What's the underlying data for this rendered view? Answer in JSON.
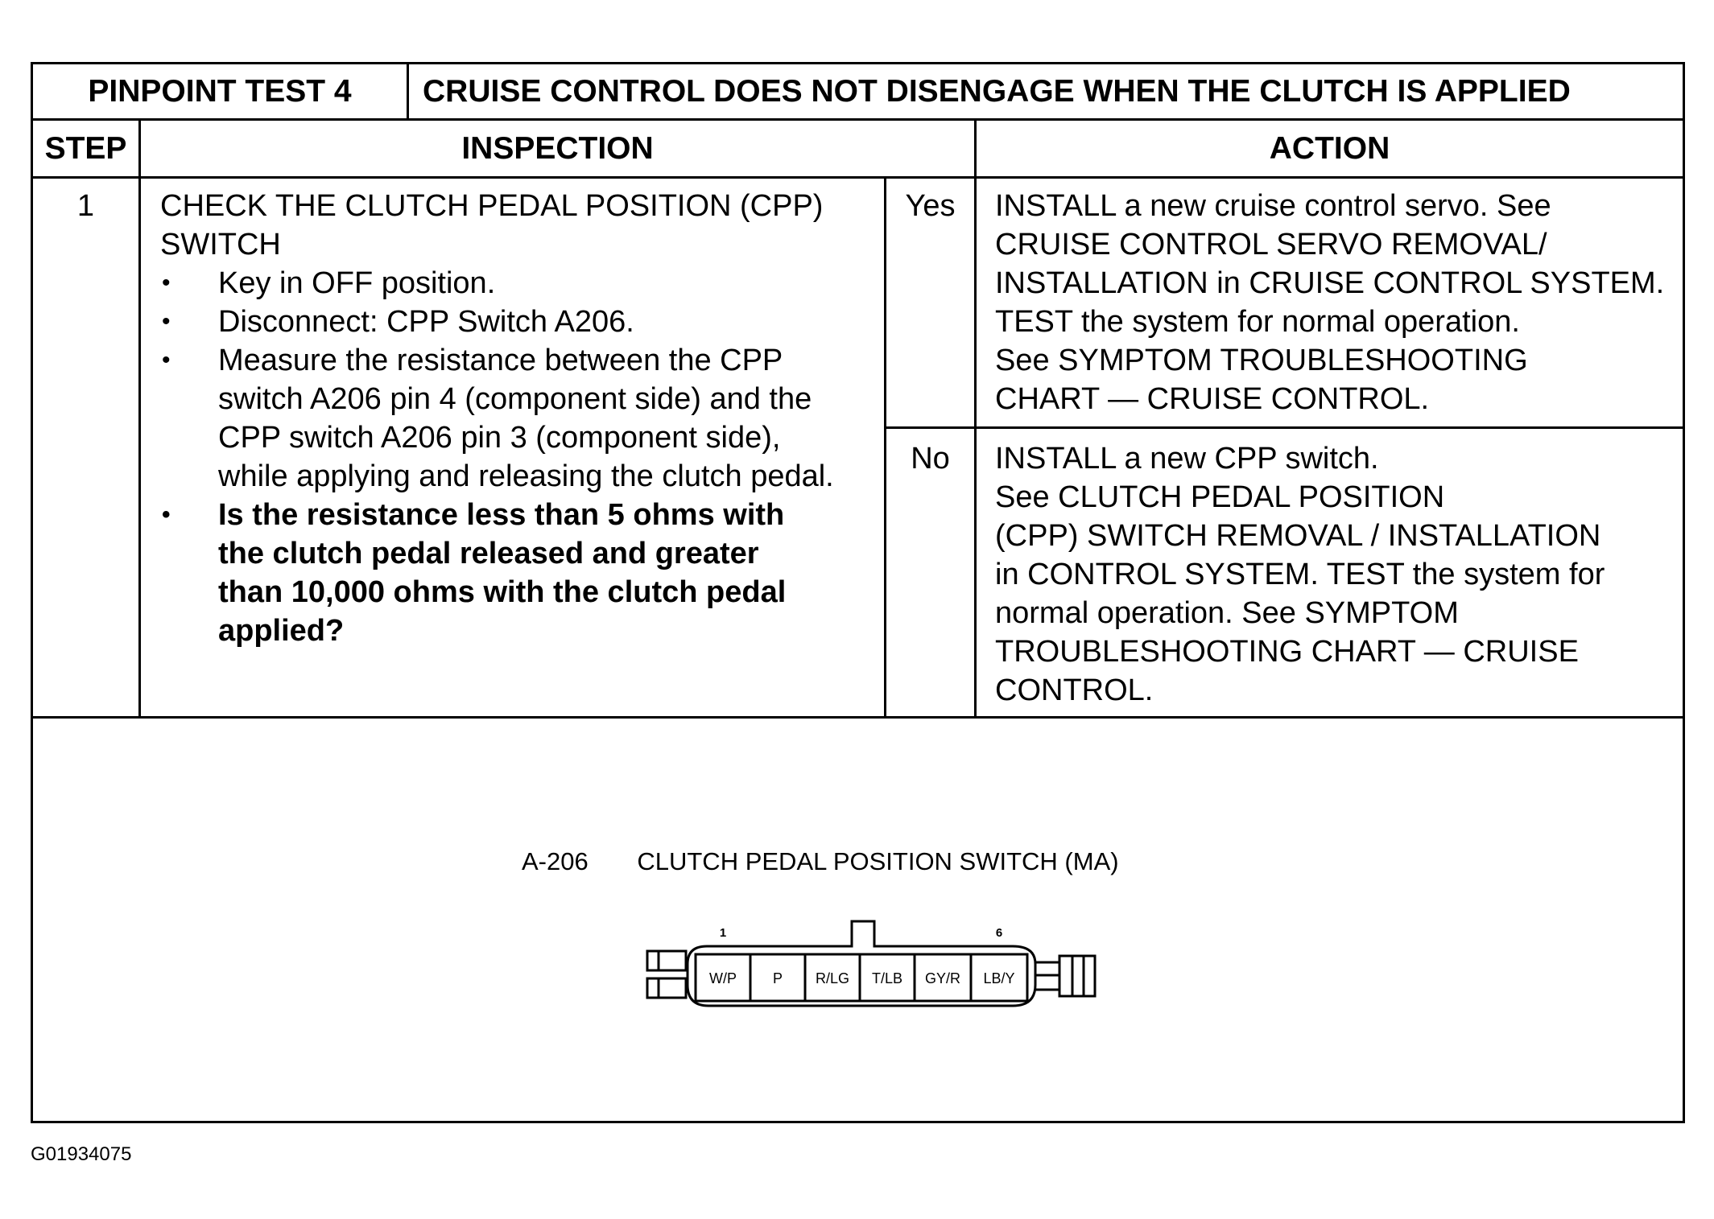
{
  "header": {
    "test_label": "PINPOINT TEST 4",
    "test_title": "CRUISE CONTROL DOES NOT DISENGAGE WHEN THE CLUTCH IS APPLIED"
  },
  "columns": {
    "step": "STEP",
    "inspection": "INSPECTION",
    "action": "ACTION"
  },
  "step": {
    "number": "1",
    "check_lines": [
      "CHECK THE CLUTCH PEDAL POSITION (CPP)",
      "SWITCH"
    ],
    "bullets": [
      {
        "text": "Key in OFF position.",
        "bold": false
      },
      {
        "text": "Disconnect: CPP Switch A206.",
        "bold": false
      },
      {
        "text": "Measure the resistance between the CPP switch A206 pin 4 (component side) and the CPP switch A206 pin 3 (component side), while applying and releasing the clutch pedal.",
        "bold": false
      },
      {
        "text": "Is the resistance less than 5 ohms with the clutch pedal released and greater than 10,000 ohms with the clutch pedal applied?",
        "bold": true
      }
    ]
  },
  "answers": [
    {
      "label": "Yes",
      "action_lines": [
        "INSTALL a new cruise control servo.  See",
        "CRUISE CONTROL SERVO REMOVAL/",
        "INSTALLATION in CRUISE CONTROL SYSTEM.",
        "TEST the system for normal operation.",
        "See SYMPTOM TROUBLESHOOTING",
        "CHART —  CRUISE CONTROL."
      ]
    },
    {
      "label": "No",
      "action_lines": [
        "INSTALL a new CPP switch.",
        "See CLUTCH PEDAL POSITION",
        "(CPP) SWITCH REMOVAL / INSTALLATION",
        "in CONTROL SYSTEM. TEST the system for",
        "normal operation.  See SYMPTOM",
        "TROUBLESHOOTING CHART — CRUISE",
        "CONTROL."
      ]
    }
  ],
  "connector": {
    "id": "A-206",
    "name": "CLUTCH PEDAL POSITION SWITCH (MA)",
    "first_pin": "1",
    "last_pin": "6",
    "pins": [
      "W/P",
      "P",
      "R/LG",
      "T/LB",
      "GY/R",
      "LB/Y"
    ]
  },
  "footer": {
    "code": "G01934075"
  }
}
